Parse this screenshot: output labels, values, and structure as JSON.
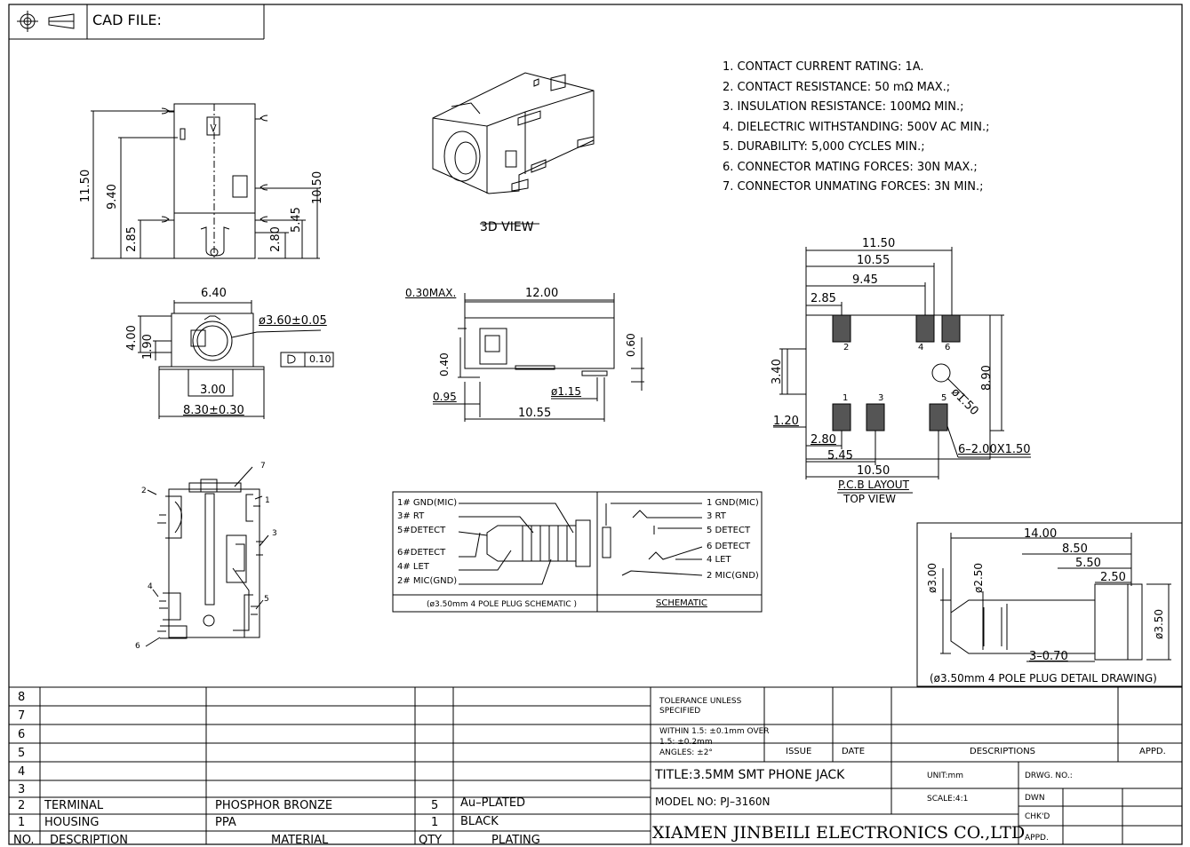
{
  "header": {
    "cad_label": "CAD FILE:"
  },
  "specs": [
    "1.  CONTACT  CURRENT  RATING:  1A.",
    "2.  CONTACT  RESISTANCE:  50  mΩ  MAX.;",
    "3.  INSULATION  RESISTANCE:  100MΩ  MIN.;",
    "4.  DIELECTRIC  WITHSTANDING:  500V  AC  MIN.;",
    "5.  DURABILITY:  5,000  CYCLES  MIN.;",
    "6.  CONNECTOR  MATING  FORCES:  30N     MAX.;",
    "7.  CONNECTOR  UNMATING  FORCES:  3N  MIN.;"
  ],
  "views": {
    "view_3d": "3D  VIEW",
    "pcb_title": "P.C.B  LAYOUT",
    "pcb_sub": "TOP  VIEW",
    "plug_caption": "(ø3.50mm  4  POLE  PLUG  DETAIL  DRAWING)",
    "schem_caption": "(ø3.50mm  4  POLE  PLUG  SCHEMATIC )",
    "schem_title": "SCHEMATIC"
  },
  "front_dims": {
    "d1": "11.50",
    "d2": "9.40",
    "d3": "2.85",
    "d4": "10.50",
    "d5": "5.45",
    "d6": "2.80"
  },
  "bottom_dims": {
    "d1": "6.40",
    "d2": "ø3.60±0.05",
    "d3": "4.00",
    "d4": "1.90",
    "d5": "3.00",
    "d6": "8.30±0.30",
    "flat": "0.10"
  },
  "side_dims": {
    "d1": "0.30MAX.",
    "d2": "12.00",
    "d3": "0.40",
    "d4": "0.60",
    "d5": "0.95",
    "d6": "ø1.15",
    "d7": "10.55"
  },
  "pcb_dims": {
    "d1": "11.50",
    "d2": "10.55",
    "d3": "9.45",
    "d4": "2.85",
    "d5": "3.40",
    "d6": "8.90",
    "d7": "1.20",
    "d8": "2.80",
    "d9": "5.45",
    "d10": "10.50",
    "d11": "ø1.50",
    "d12": "6–2.00X1.50"
  },
  "pcb_pins": [
    "2",
    "4",
    "6",
    "1",
    "3",
    "5"
  ],
  "plug_dims": {
    "d1": "14.00",
    "d2": "8.50",
    "d3": "5.50",
    "d4": "2.50",
    "d5": "ø3.00",
    "d6": "ø2.50",
    "d7": "ø3.50",
    "d8": "3–0.70"
  },
  "internal_labels": [
    "7",
    "2",
    "1",
    "3",
    "4",
    "5",
    "6"
  ],
  "schem_left": [
    "1# GND(MIC)",
    "3#  RT",
    "5#DETECT",
    "6#DETECT",
    "4#  LET",
    "2#  MIC(GND)"
  ],
  "schem_right": [
    "1  GND(MIC)",
    "3  RT",
    "5  DETECT",
    "6  DETECT",
    "4  LET",
    "2  MIC(GND)"
  ],
  "bom": {
    "row_numbers": [
      "8",
      "7",
      "6",
      "5",
      "4",
      "3",
      "2",
      "1"
    ],
    "rows": [
      {
        "no": "2",
        "desc": "TERMINAL",
        "material": "PHOSPHOR BRONZE",
        "qty": "5",
        "plating": "Au–PLATED"
      },
      {
        "no": "1",
        "desc": "HOUSING",
        "material": "PPA",
        "qty": "1",
        "plating": "BLACK"
      }
    ],
    "headers": {
      "no": "NO.",
      "desc": "DESCRIPTION",
      "material": "MATERIAL",
      "qty": "QTY",
      "plating": "PLATING"
    }
  },
  "title_block": {
    "tolerance": "TOLERANCE UNLESS SPECIFIED",
    "within_1": "WITHIN 1.5: ±0.1mm OVER",
    "within_2": "1.5: ±0.2mm",
    "angles": "ANGLES: ±2°",
    "issue": "ISSUE",
    "date": "DATE",
    "descriptions": "DESCRIPTIONS",
    "appd": "APPD.",
    "title": "TITLE:3.5MM  SMT  PHONE  JACK",
    "unit": "UNIT:mm",
    "drwg": "DRWG. NO.:",
    "model": "MODEL  NO: PJ–3160N",
    "scale": "SCALE:4:1",
    "dwn": "DWN",
    "chkd": "CHK'D",
    "appd2": "APPD.",
    "company": "XIAMEN JINBEILI  ELECTRONICS CO.,LTD"
  }
}
